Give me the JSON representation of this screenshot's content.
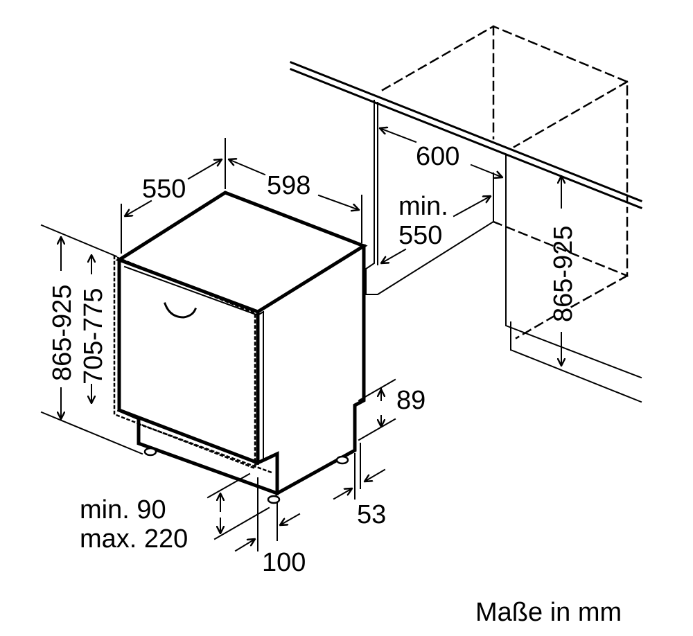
{
  "labels": {
    "depth": "550",
    "width": "598",
    "height_left": "865-925",
    "height_inner": "705-775",
    "niche_width": "600",
    "niche_min": "min.",
    "niche_depth": "550",
    "niche_height": "865-925",
    "plinth_top": "89",
    "plinth_depth": "53",
    "foot_min": "min. 90",
    "foot_max": "max. 220",
    "foot_offset": "100",
    "units_note": "Maße in mm"
  }
}
